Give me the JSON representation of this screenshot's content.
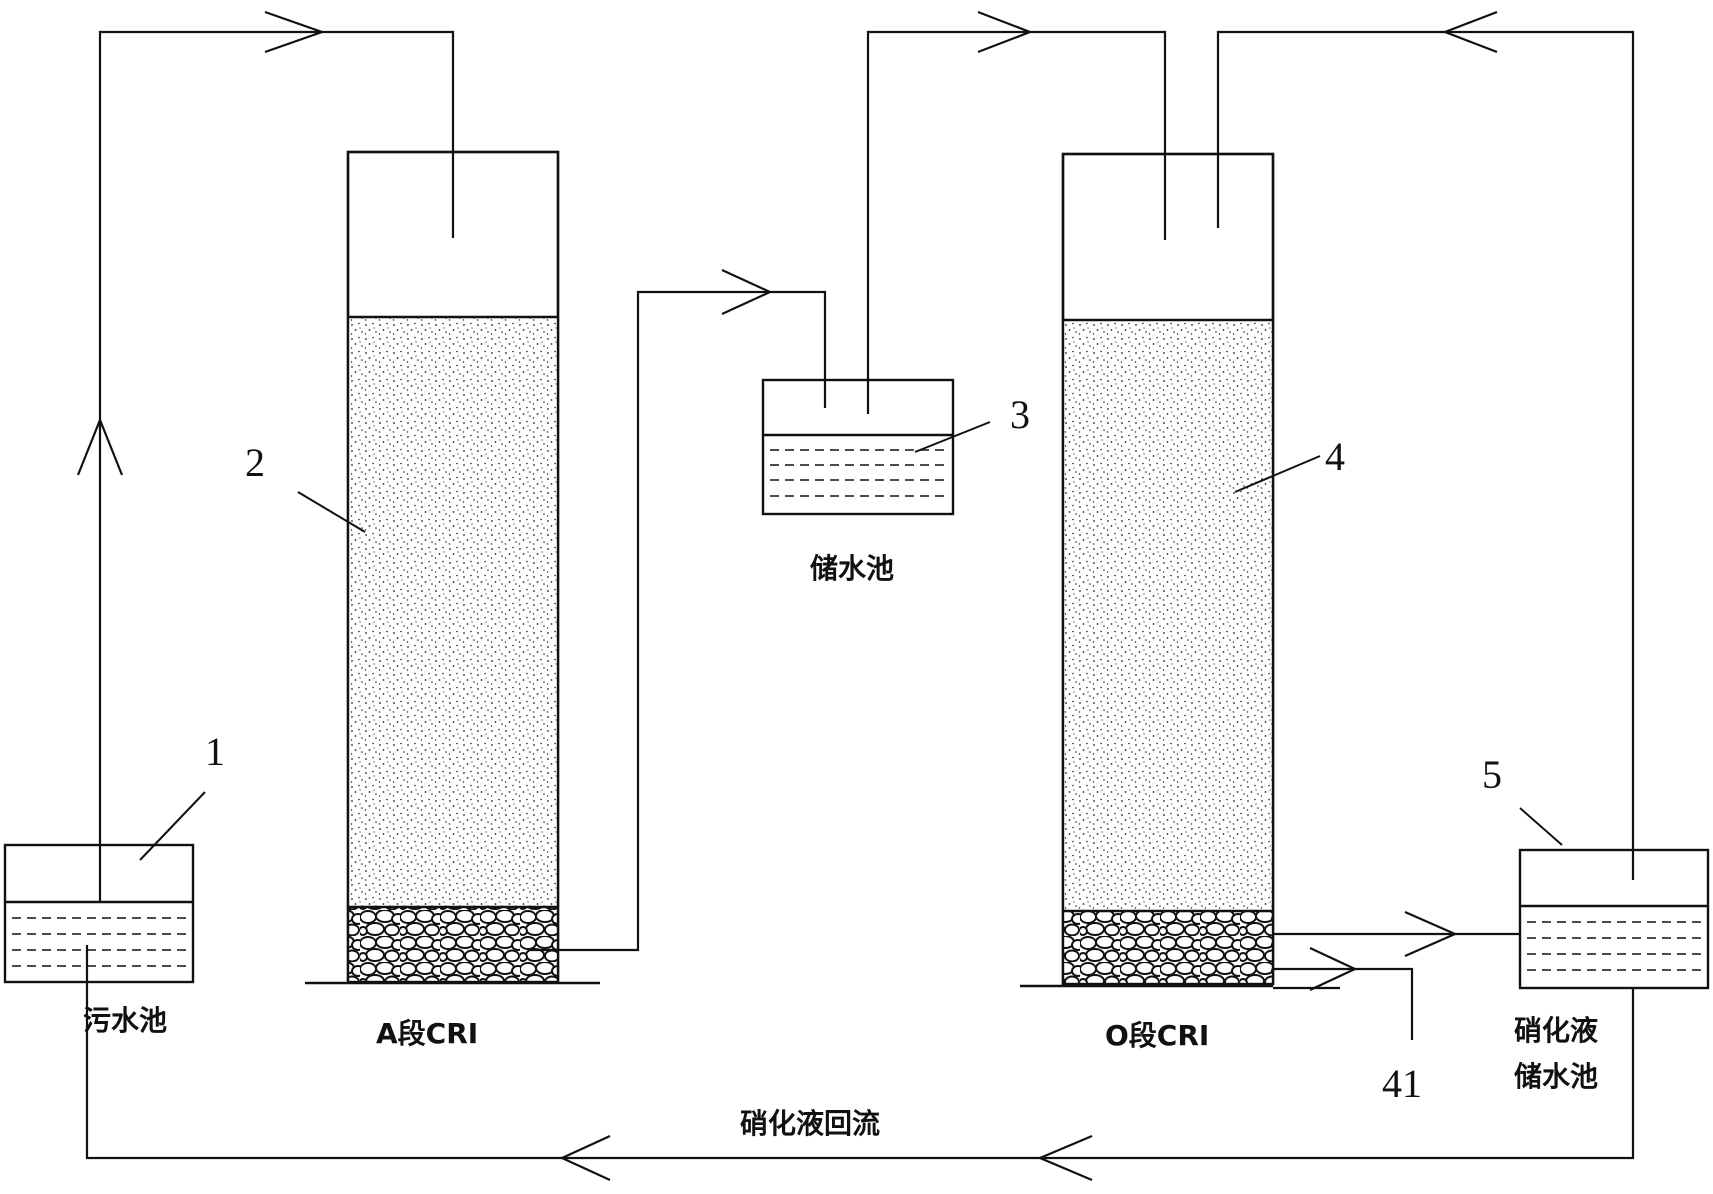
{
  "diagram": {
    "labels": {
      "n1": "1",
      "n2": "2",
      "n3": "3",
      "n4": "4",
      "n5": "5",
      "n41": "41"
    },
    "captions": {
      "sewage_tank": "污水池",
      "a_stage": "A段CRI",
      "storage_tank": "储水池",
      "o_stage": "O段CRI",
      "nitrified_tank_line1": "硝化液",
      "nitrified_tank_line2": "储水池",
      "reflux": "硝化液回流"
    }
  }
}
